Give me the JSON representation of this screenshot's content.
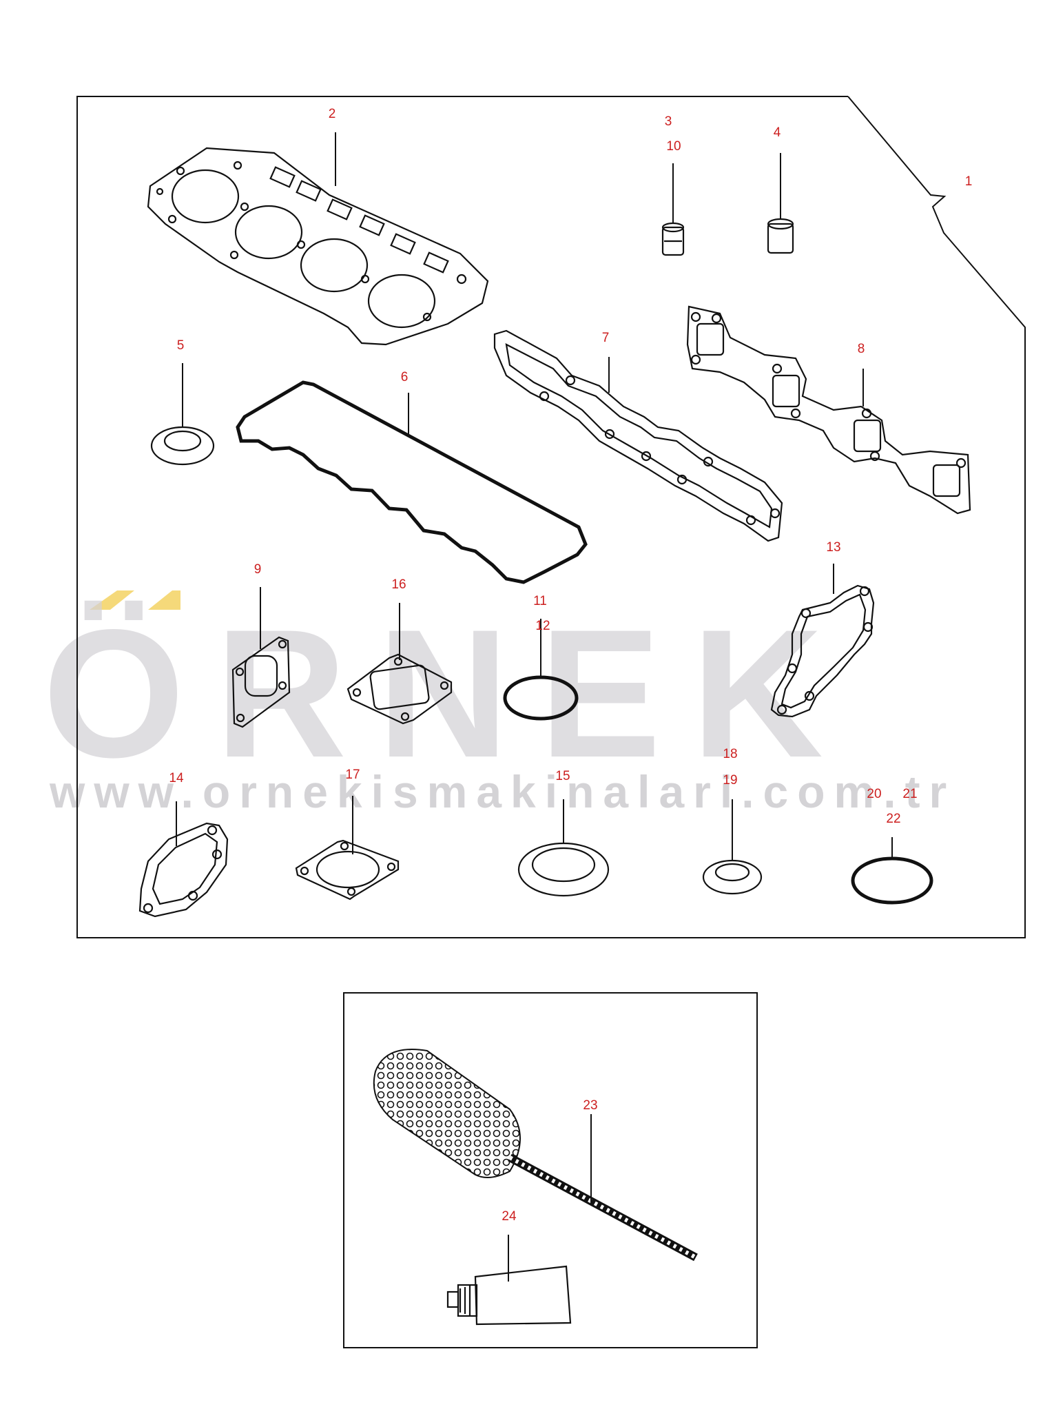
{
  "watermark": {
    "brand": "ÖRNEK",
    "url": "www.ornekismakinalari.com.tr",
    "brand_color": "#d4d2d6",
    "accent_color": "#f5d97a"
  },
  "callouts": {
    "c1": "1",
    "c2": "2",
    "c3": "3",
    "c4": "4",
    "c5": "5",
    "c6": "6",
    "c7": "7",
    "c8": "8",
    "c9": "9",
    "c10": "10",
    "c11": "11",
    "c12": "12",
    "c13": "13",
    "c14": "14",
    "c15": "15",
    "c16": "16",
    "c17": "17",
    "c18": "18",
    "c19": "19",
    "c20": "20",
    "c21": "21",
    "c22": "22",
    "c23": "23",
    "c24": "24"
  },
  "colors": {
    "callout_text": "#cc1f1f",
    "line_art": "#111111"
  }
}
